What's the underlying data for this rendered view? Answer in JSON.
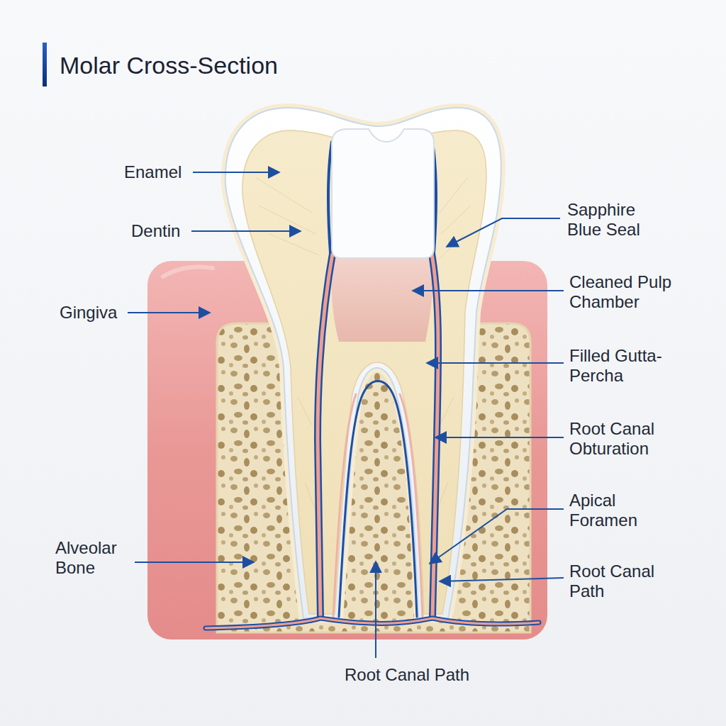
{
  "diagram": {
    "title": "Molar Cross-Section",
    "labels": [
      "Enamel",
      "Dentin",
      "Gingiva",
      "Alveolar Bone",
      "Sapphire Blue Seal",
      "Cleaned Pulp Chamber",
      "Filled Gutta-Percha",
      "Root Canal Obturation",
      "Apical Foramen",
      "Root Canal Path",
      "Root Canal Path"
    ]
  }
}
